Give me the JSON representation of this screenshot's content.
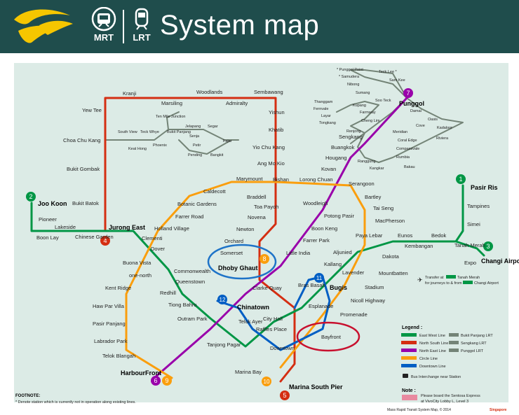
{
  "header": {
    "mrt_label": "MRT",
    "lrt_label": "LRT",
    "title": "System map"
  },
  "colors": {
    "header_bg": "#1f4d4c",
    "map_bg": "#dcebe6",
    "east_west": "#009645",
    "north_south": "#d42e12",
    "north_east": "#9900aa",
    "circle": "#fa9e0d",
    "downtown": "#005ec4",
    "lrt": "#748477",
    "highlight_blue": "#1e73c8",
    "highlight_red": "#c8102e"
  },
  "lines": {
    "ew": {
      "number": "1"
    },
    "ew_changi": {
      "number": "3"
    },
    "ns": {
      "number": "4"
    },
    "ns_south": {
      "number": "5"
    },
    "ns_joo": {
      "number": "2"
    },
    "ne": {
      "number": "6"
    },
    "ne_punggol": {
      "number": "7"
    },
    "cc": {
      "number": "8"
    },
    "cc_hf": {
      "number": "9"
    },
    "cc_mb": {
      "number": "10"
    },
    "dt_bugis": {
      "number": "11"
    },
    "dt": {
      "number": "12"
    }
  },
  "stations": {
    "kranji": "Kranji",
    "woodlands": "Woodlands",
    "sembawang": "Sembawang",
    "marsiling": "Marsiling",
    "admiralty": "Admiralty",
    "yew_tee": "Yew Tee",
    "yishun": "Yishun",
    "khatib": "Khatib",
    "yio_chu_kang": "Yio Chu Kang",
    "ang_mo_kio": "Ang Mo Kio",
    "bishan": "Bishan",
    "choa_chu_kang": "Choa Chu Kang",
    "bukit_gombak": "Bukit Gombak",
    "bukit_batok": "Bukit Batok",
    "jurong_east": "Jurong East",
    "south_view": "South View",
    "keat_hong": "Keat Hong",
    "teck_whye": "Teck Whye",
    "phoenix": "Phoenix",
    "ten_mile_junction": "Ten Mile Junction",
    "bukit_panjang": "Bukit Panjang",
    "jelapang": "Jelapang",
    "senja": "Senja",
    "segar": "Segar",
    "fajar": "Fajar",
    "petir": "Petir",
    "pending": "Pending",
    "bangkit": "Bangkit",
    "joo_koon": "Joo Koon",
    "pioneer": "Pioneer",
    "boon_lay": "Boon Lay",
    "lakeside": "Lakeside",
    "chinese_garden": "Chinese Garden",
    "clementi": "Clementi",
    "dover": "Dover",
    "buona_vista": "Buona Vista",
    "commonwealth": "Commonwealth",
    "queenstown": "Queenstown",
    "redhill": "Redhill",
    "tiong_bahru": "Tiong Bahru",
    "outram_park": "Outram Park",
    "tanjong_pagar": "Tanjong Pagar",
    "raffles_place": "Raffles Place",
    "city_hall": "City Hall",
    "bugis": "Bugis",
    "lavender": "Lavender",
    "kallang": "Kallang",
    "aljunied": "Aljunied",
    "paya_lebar": "Paya Lebar",
    "eunos": "Eunos",
    "kembangan": "Kembangan",
    "bedok": "Bedok",
    "tanah_merah": "Tanah Merah",
    "simei": "Simei",
    "tampines": "Tampines",
    "pasir_ris": "Pasir Ris",
    "expo": "Expo",
    "changi_airport": "Changi Airport",
    "caldecott": "Caldecott",
    "marymount": "Marymount",
    "botanic_gardens": "Botanic Gardens",
    "farrer_road": "Farrer Road",
    "holland_village": "Holland Village",
    "one_north": "one-north",
    "kent_ridge": "Kent Ridge",
    "haw_par_villa": "Haw Par Villa",
    "pasir_panjang": "Pasir Panjang",
    "labrador_park": "Labrador Park",
    "telok_blangah": "Telok Blangah",
    "harbourfront": "HarbourFront",
    "braddell": "Braddell",
    "toa_payoh": "Toa Payoh",
    "novena": "Novena",
    "newton": "Newton",
    "orchard": "Orchard",
    "somerset": "Somerset",
    "dhoby_ghaut": "Dhoby Ghaut",
    "marina_bay": "Marina Bay",
    "marina_south_pier": "Marina South Pier",
    "lorong_chuan": "Lorong Chuan",
    "serangoon": "Serangoon",
    "bartley": "Bartley",
    "tai_seng": "Tai Seng",
    "macpherson": "MacPherson",
    "dakota": "Dakota",
    "mountbatten": "Mountbatten",
    "stadium": "Stadium",
    "nicoll_highway": "Nicoll Highway",
    "promenade": "Promenade",
    "esplanade": "Esplanade",
    "bras_basah": "Bras Basah",
    "bayfront": "Bayfront",
    "downtown": "Downtown",
    "telok_ayer": "Telok Ayer",
    "chinatown": "Chinatown",
    "clarke_quay": "Clarke Quay",
    "little_india": "Little India",
    "farrer_park": "Farrer Park",
    "boon_keng": "Boon Keng",
    "potong_pasir": "Potong Pasir",
    "woodleigh": "Woodleigh",
    "kovan": "Kovan",
    "hougang": "Hougang",
    "buangkok": "Buangkok",
    "sengkang": "Sengkang",
    "punggol": "Punggol",
    "punggol_point": "* Punggol Point",
    "samudera": "* Samudera",
    "nibong": "Nibong",
    "sumang": "Sumang",
    "soo_teck": "Soo Teck",
    "teck_lee": "Teck Lee *",
    "sam_kee": "Sam Kee",
    "damai": "Damai",
    "oasis": "Oasis",
    "kadaloor": "Kadaloor",
    "riviera": "Riviera",
    "coral_edge": "Coral Edge",
    "meridian": "Meridian",
    "cove": "Cove",
    "thanggam": "Thanggam",
    "fernvale": "Fernvale",
    "layar": "Layar",
    "tongkang": "Tongkang",
    "kupang": "Kupang",
    "farmway": "Farmway",
    "cheng_lim": "Cheng Lim",
    "renjong": "Renjong",
    "compassvale": "Compassvale",
    "rumbia": "Rumbia",
    "bakau": "Bakau",
    "kangkar": "Kangkar",
    "ranggung": "Ranggung"
  },
  "transfer_note": {
    "line1_prefix": "Transfer at",
    "line1_station": "Tanah Merah",
    "line2_prefix": "for journeys to & from",
    "line2_station": "Changi Airport"
  },
  "legend": {
    "title": "Legend :",
    "items": [
      "East West Line",
      "North South Line",
      "North East Line",
      "Circle Line",
      "Downtown Line",
      "Bukit Panjang LRT",
      "Sengkang LRT",
      "Punggol LRT"
    ],
    "bus_interchange": "Bus Interchange near Station"
  },
  "note": {
    "title": "Note :",
    "text1": "Please board the Sentosa Express",
    "text2": "at VivoCity Lobby L, Level 3"
  },
  "footnote": {
    "title": "FOOTNOTE:",
    "text": "* Denote station which is currently not in operation along existing lines."
  },
  "copyright": "Mass Rapid Transit System Map, © 2014",
  "brand": "Singapore"
}
